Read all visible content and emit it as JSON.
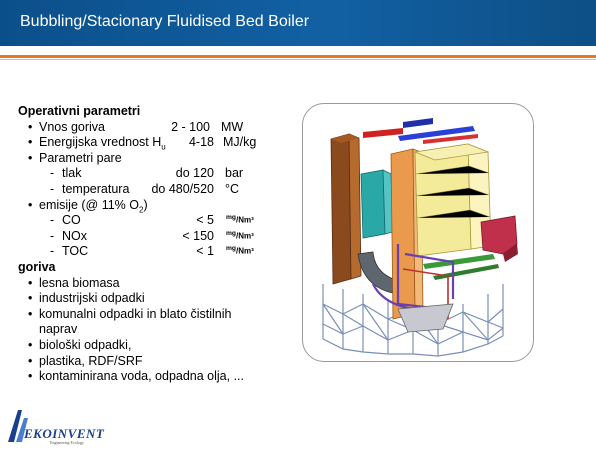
{
  "slide": {
    "title": "Bubbling/Stacionary Fluidised Bed Boiler"
  },
  "operating": {
    "heading": "Operativni parametri",
    "fuel_input": {
      "label": "Vnos goriva",
      "value": "2 - 100",
      "unit": "MW"
    },
    "calorific": {
      "label": "Energijska vrednost H",
      "sub": "u",
      "value": "4-18",
      "unit": "MJ/kg"
    },
    "steam": {
      "label": "Parametri pare"
    },
    "pressure": {
      "label": "tlak",
      "value": "do 120",
      "unit": "bar"
    },
    "temperature": {
      "label": "temperatura",
      "value": "do 480/520",
      "unit": "°C"
    },
    "emissions": {
      "label": "emisije (@ 11% O",
      "sub": "2",
      "close": ")"
    },
    "co": {
      "label": "CO",
      "value": "< 5"
    },
    "nox": {
      "label": "NOx",
      "value": "< 150"
    },
    "toc": {
      "label": "TOC",
      "value": "< 1"
    },
    "emission_unit": {
      "num": "mg",
      "den": "Nm³"
    }
  },
  "fuels": {
    "heading": "goriva",
    "items": [
      "lesna biomasa",
      "industrijski odpadki",
      "komunalni odpadki in blato čistilnih naprav",
      "biološki odpadki,",
      "plastika, RDF/SRF",
      "kontaminirana voda, odpadna olja, ..."
    ]
  },
  "logo": {
    "name": "EKOINVENT",
    "tagline": "Engineering Ecology"
  },
  "colors": {
    "header_blue": "#1260a3",
    "accent_orange": "#e87722"
  }
}
